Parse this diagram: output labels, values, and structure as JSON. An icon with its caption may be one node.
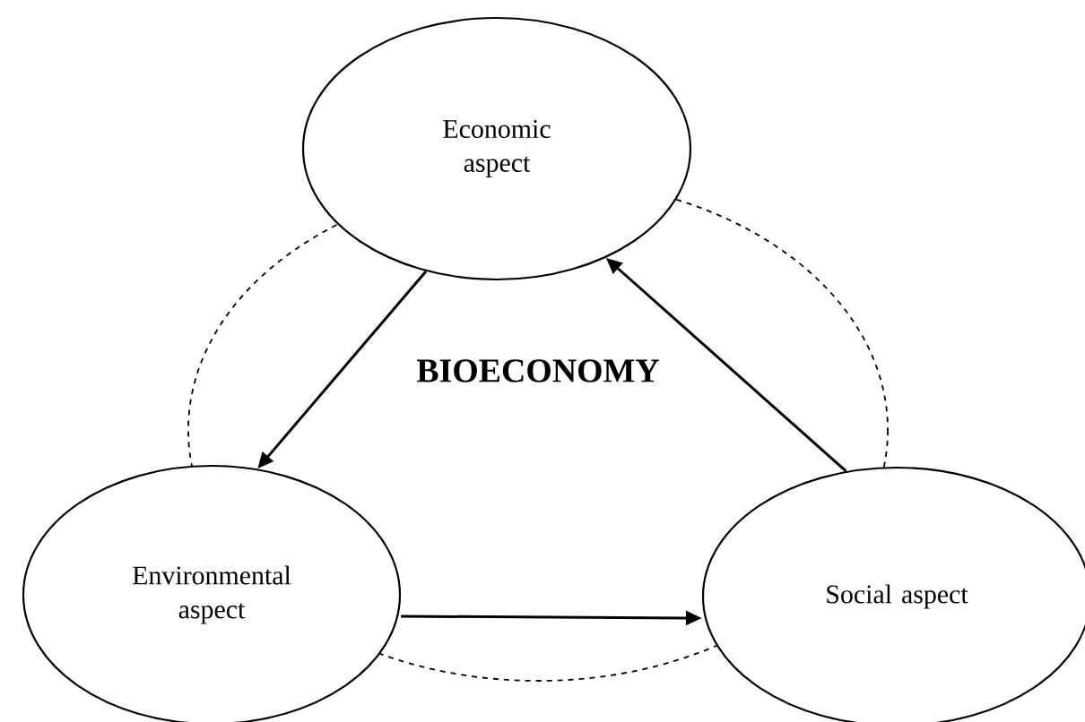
{
  "diagram": {
    "nodes": [
      {
        "text": [
          "Economic aspect"
        ]
      },
      {
        "text": [
          "Environmental aspect"
        ]
      },
      {
        "text": [
          "Social aspect"
        ]
      }
    ],
    "edges": [
      {
        "from": 0,
        "to": 1,
        "arrow": "to"
      },
      {
        "from": 1,
        "to": 2,
        "arrow": "to"
      },
      {
        "from": 2,
        "to": 0,
        "arrow": "to"
      }
    ],
    "labels": [
      "BIOECONOMY"
    ]
  }
}
